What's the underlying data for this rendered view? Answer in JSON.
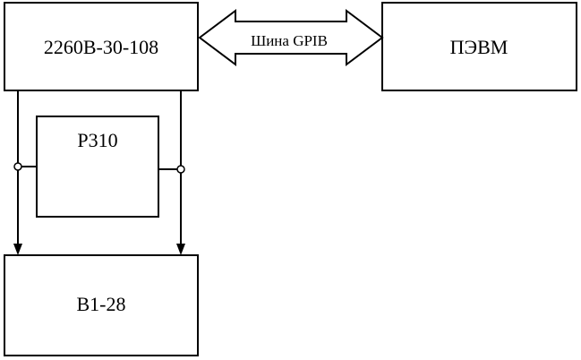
{
  "blocks": {
    "generator": "2260В-30-108",
    "pc": "ПЭВМ",
    "divider": "Р310",
    "voltmeter": "В1-28"
  },
  "bus": {
    "label": "Шина GPIB"
  }
}
